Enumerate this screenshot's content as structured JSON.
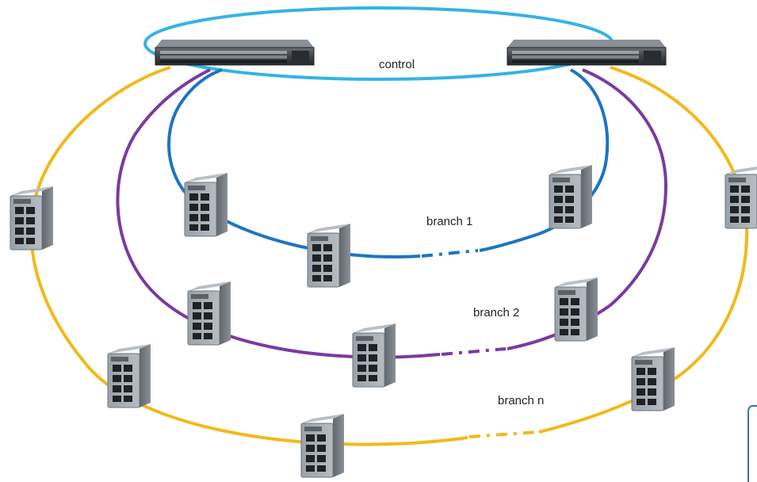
{
  "labels": {
    "control": "control",
    "branch1": "branch 1",
    "branch2": "branch 2",
    "branchn": "branch n"
  },
  "colors": {
    "control_ring": "#33b3e6",
    "branch1_ring": "#1d74c2",
    "branch2_ring": "#7b3aa0",
    "branchn_ring": "#f2b91a",
    "switch_body": "#8f969d",
    "rack_switch_body": "#3f4347"
  },
  "devices": {
    "core_switches": [
      "core-switch-left",
      "core-switch-right"
    ],
    "branch1_switches": 3,
    "branch2_switches": 3,
    "branchn_switches": 5
  }
}
